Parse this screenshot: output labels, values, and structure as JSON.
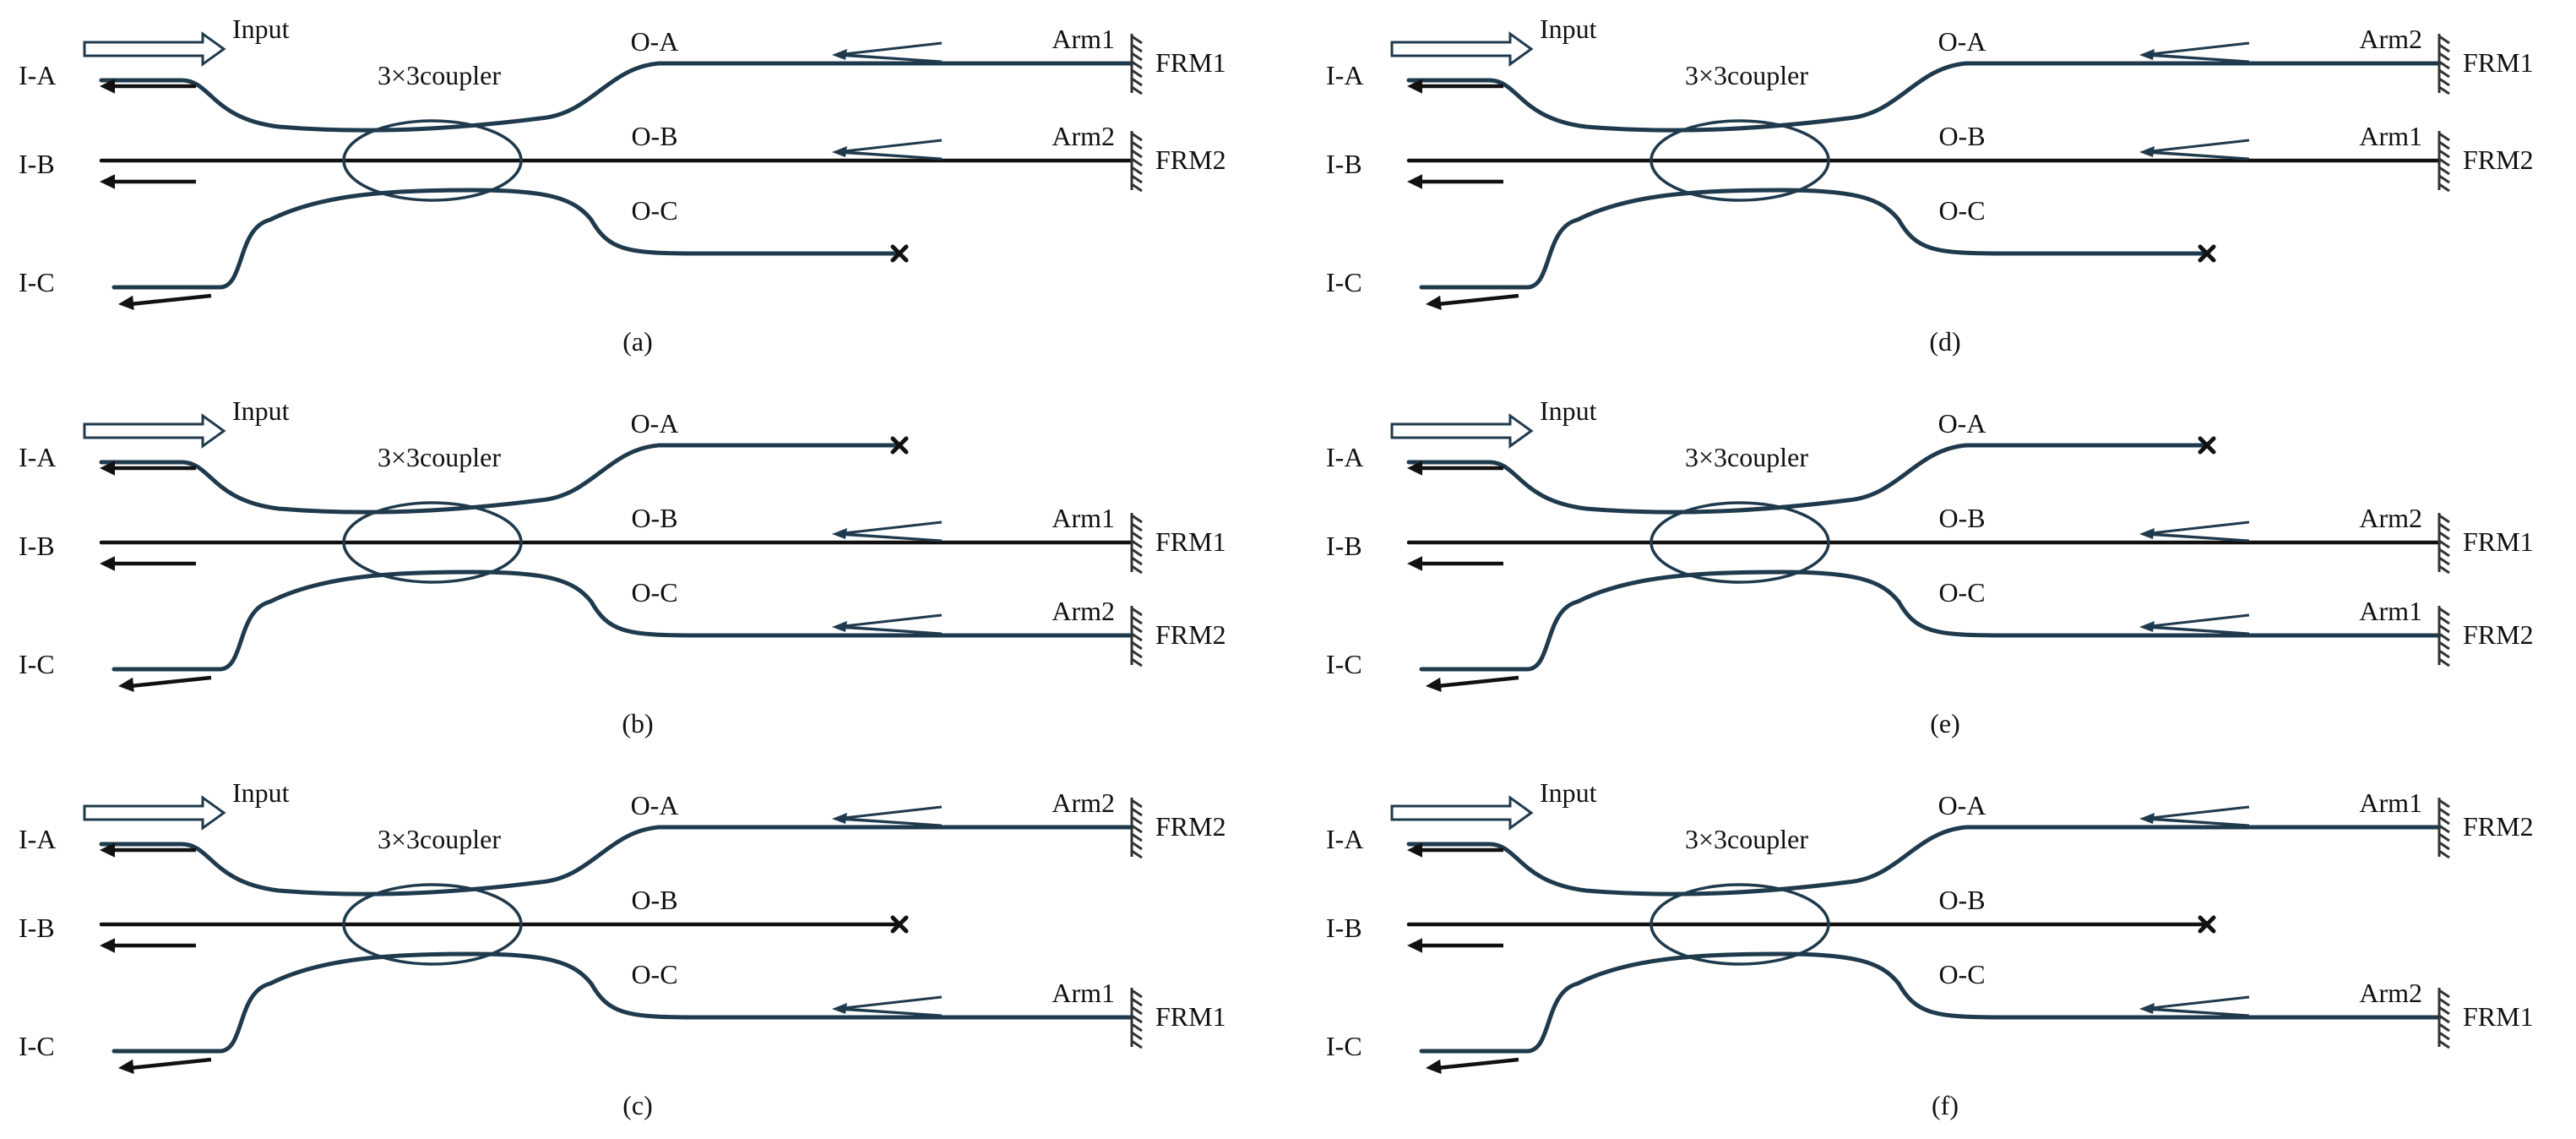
{
  "panels": [
    {
      "id": "a",
      "caption": "(a)",
      "input": "Input",
      "coupler": "3×3coupler",
      "ports_in": [
        "I-A",
        "I-B",
        "I-C"
      ],
      "ports_out": [
        "O-A",
        "O-B",
        "O-C"
      ],
      "outputs": {
        "A": {
          "arm": "Arm1",
          "frm": "FRM1"
        },
        "B": {
          "arm": "Arm2",
          "frm": "FRM2"
        },
        "C": {
          "arm": "",
          "frm": ""
        }
      }
    },
    {
      "id": "b",
      "caption": "(b)",
      "input": "Input",
      "coupler": "3×3coupler",
      "ports_in": [
        "I-A",
        "I-B",
        "I-C"
      ],
      "ports_out": [
        "O-A",
        "O-B",
        "O-C"
      ],
      "outputs": {
        "A": {
          "arm": "",
          "frm": ""
        },
        "B": {
          "arm": "Arm1",
          "frm": "FRM1"
        },
        "C": {
          "arm": "Arm2",
          "frm": "FRM2"
        }
      }
    },
    {
      "id": "c",
      "caption": "(c)",
      "input": "Input",
      "coupler": "3×3coupler",
      "ports_in": [
        "I-A",
        "I-B",
        "I-C"
      ],
      "ports_out": [
        "O-A",
        "O-B",
        "O-C"
      ],
      "outputs": {
        "A": {
          "arm": "Arm2",
          "frm": "FRM2"
        },
        "B": {
          "arm": "",
          "frm": ""
        },
        "C": {
          "arm": "Arm1",
          "frm": "FRM1"
        }
      }
    },
    {
      "id": "d",
      "caption": "(d)",
      "input": "Input",
      "coupler": "3×3coupler",
      "ports_in": [
        "I-A",
        "I-B",
        "I-C"
      ],
      "ports_out": [
        "O-A",
        "O-B",
        "O-C"
      ],
      "outputs": {
        "A": {
          "arm": "Arm2",
          "frm": "FRM1"
        },
        "B": {
          "arm": "Arm1",
          "frm": "FRM2"
        },
        "C": {
          "arm": "",
          "frm": ""
        }
      }
    },
    {
      "id": "e",
      "caption": "(e)",
      "input": "Input",
      "coupler": "3×3coupler",
      "ports_in": [
        "I-A",
        "I-B",
        "I-C"
      ],
      "ports_out": [
        "O-A",
        "O-B",
        "O-C"
      ],
      "outputs": {
        "A": {
          "arm": "",
          "frm": ""
        },
        "B": {
          "arm": "Arm2",
          "frm": "FRM1"
        },
        "C": {
          "arm": "Arm1",
          "frm": "FRM2"
        }
      }
    },
    {
      "id": "f",
      "caption": "(f)",
      "input": "Input",
      "coupler": "3×3coupler",
      "ports_in": [
        "I-A",
        "I-B",
        "I-C"
      ],
      "ports_out": [
        "O-A",
        "O-B",
        "O-C"
      ],
      "outputs": {
        "A": {
          "arm": "Arm1",
          "frm": "FRM2"
        },
        "B": {
          "arm": "",
          "frm": ""
        },
        "C": {
          "arm": "Arm2",
          "frm": "FRM1"
        }
      }
    }
  ]
}
